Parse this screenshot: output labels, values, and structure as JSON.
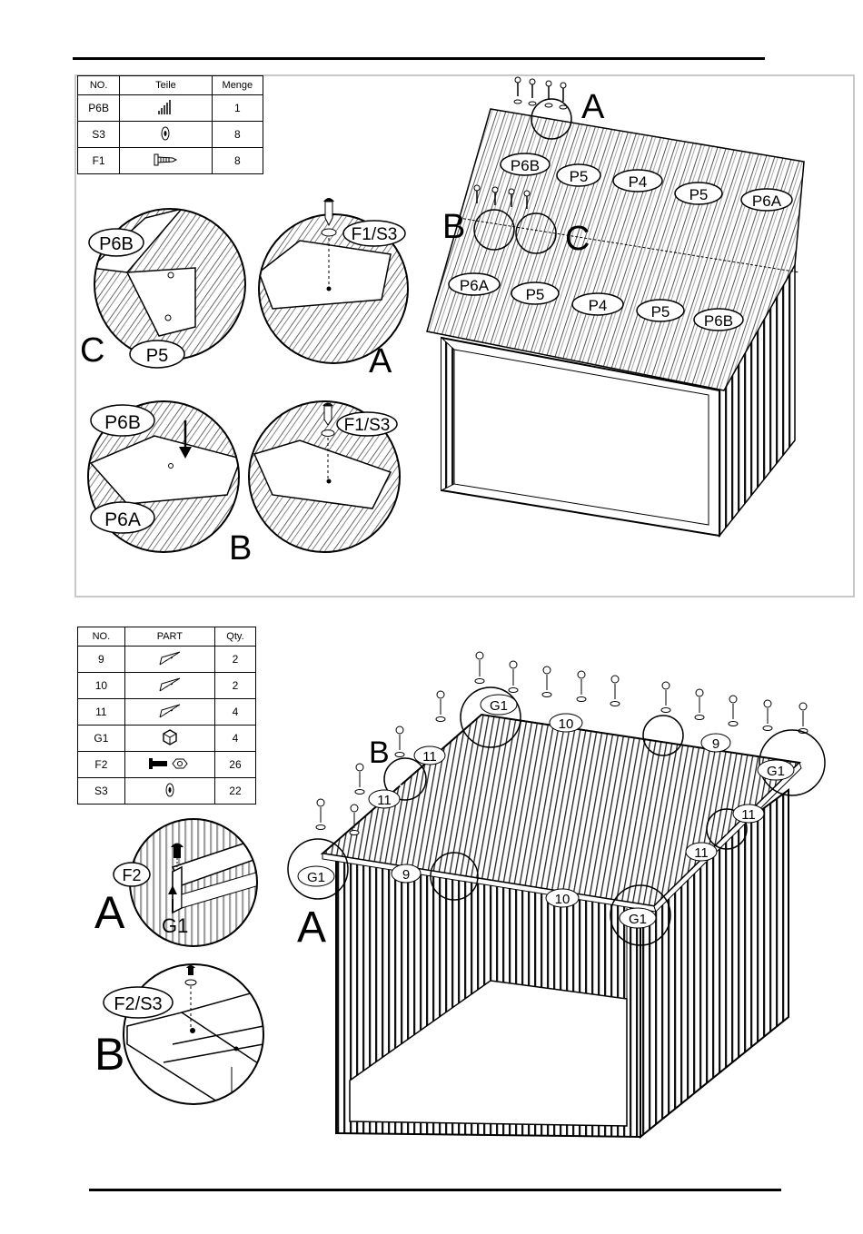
{
  "top_panel": {
    "table": {
      "headers": [
        "NO.",
        "Teile",
        "Menge"
      ],
      "rows": [
        {
          "no": "P6B",
          "icon": "roof-panel-icon",
          "qty": "1"
        },
        {
          "no": "S3",
          "icon": "washer-icon",
          "qty": "8"
        },
        {
          "no": "F1",
          "icon": "screw-icon",
          "qty": "8"
        }
      ]
    },
    "detail_c": {
      "letter": "C",
      "labels": [
        "P6B",
        "P5"
      ]
    },
    "detail_a": {
      "letter": "A",
      "labels": [
        "F1/S3"
      ]
    },
    "detail_b": {
      "letter": "B",
      "labels": [
        "P6B",
        "P6A",
        "F1/S3"
      ]
    },
    "main_view": {
      "callouts": [
        "A",
        "B",
        "C"
      ],
      "back_row": [
        "P6B",
        "P5",
        "P4",
        "P5",
        "P6A"
      ],
      "front_row": [
        "P6A",
        "P5",
        "P4",
        "P5",
        "P6B"
      ]
    }
  },
  "bottom_panel": {
    "table": {
      "headers": [
        "NO.",
        "PART",
        "Qty."
      ],
      "rows": [
        {
          "no": "9",
          "icon": "trim-rail-icon",
          "qty": "2"
        },
        {
          "no": "10",
          "icon": "trim-rail-icon",
          "qty": "2"
        },
        {
          "no": "11",
          "icon": "trim-rail-icon",
          "qty": "4"
        },
        {
          "no": "G1",
          "icon": "corner-cap-icon",
          "qty": "4"
        },
        {
          "no": "F2",
          "icon": "bolt-nut-icon",
          "qty": "26"
        },
        {
          "no": "S3",
          "icon": "washer-icon",
          "qty": "22"
        }
      ]
    },
    "detail_a": {
      "letter": "A",
      "labels": [
        "F2",
        "G1"
      ]
    },
    "detail_b": {
      "letter": "B",
      "labels": [
        "F2/S3"
      ]
    },
    "main_view": {
      "callouts": [
        "A",
        "B"
      ],
      "labels": {
        "g1": "G1",
        "ten": "10",
        "nine": "9",
        "eleven": "11"
      }
    }
  }
}
